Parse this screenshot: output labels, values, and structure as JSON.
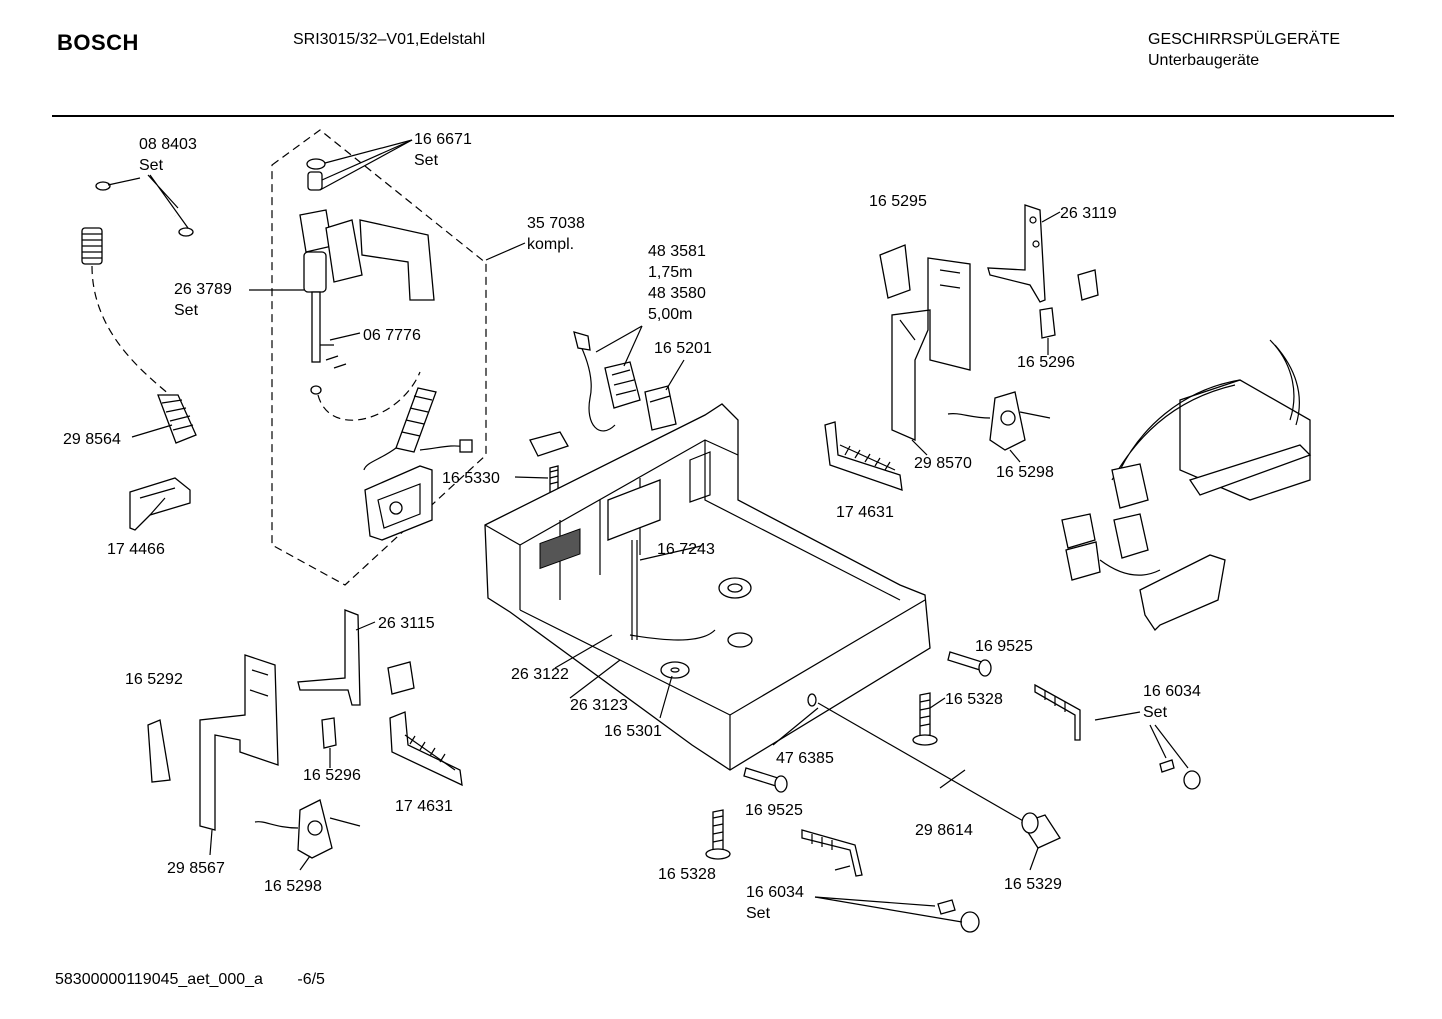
{
  "header": {
    "brand": "BOSCH",
    "model": "SRI3015/32–V01,Edelstahl",
    "category_line1": "GESCHIRRSPÜLGERÄTE",
    "category_line2": "Unterbaugeräte"
  },
  "footer": {
    "document_id": "58300000119045_aet_000_a",
    "page": "-6/5"
  },
  "labels": {
    "p088403": "08 8403",
    "p088403_set": "Set",
    "p166671": "16 6671",
    "p166671_set": "Set",
    "p357038": "35 7038",
    "p357038_kompl": "kompl.",
    "p263789": "26 3789",
    "p263789_set": "Set",
    "p067776": "06 7776",
    "p298564": "29 8564",
    "p174466": "17 4466",
    "p483581": "48 3581",
    "p483581_len": "1,75m",
    "p483580": "48 3580",
    "p483580_len": "5,00m",
    "p165201": "16 5201",
    "p165330": "16 5330",
    "p167243": "16 7243",
    "p165295": "16 5295",
    "p263119": "26 3119",
    "p165296a": "16 5296",
    "p298570": "29 8570",
    "p165298a": "16 5298",
    "p174631a": "17 4631",
    "p263115": "26 3115",
    "p165292": "16 5292",
    "p165296b": "16 5296",
    "p174631b": "17 4631",
    "p298567": "29 8567",
    "p165298b": "16 5298",
    "p263122": "26 3122",
    "p263123": "26 3123",
    "p165301": "16 5301",
    "p476385": "47 6385",
    "p169525a": "16 9525",
    "p165328a": "16 5328",
    "p166034a": "16 6034",
    "p166034a_set": "Set",
    "p169525b": "16 9525",
    "p298614": "29 8614",
    "p165328b": "16 5328",
    "p166034b": "16 6034",
    "p166034b_set": "Set",
    "p165329": "16 5329"
  }
}
